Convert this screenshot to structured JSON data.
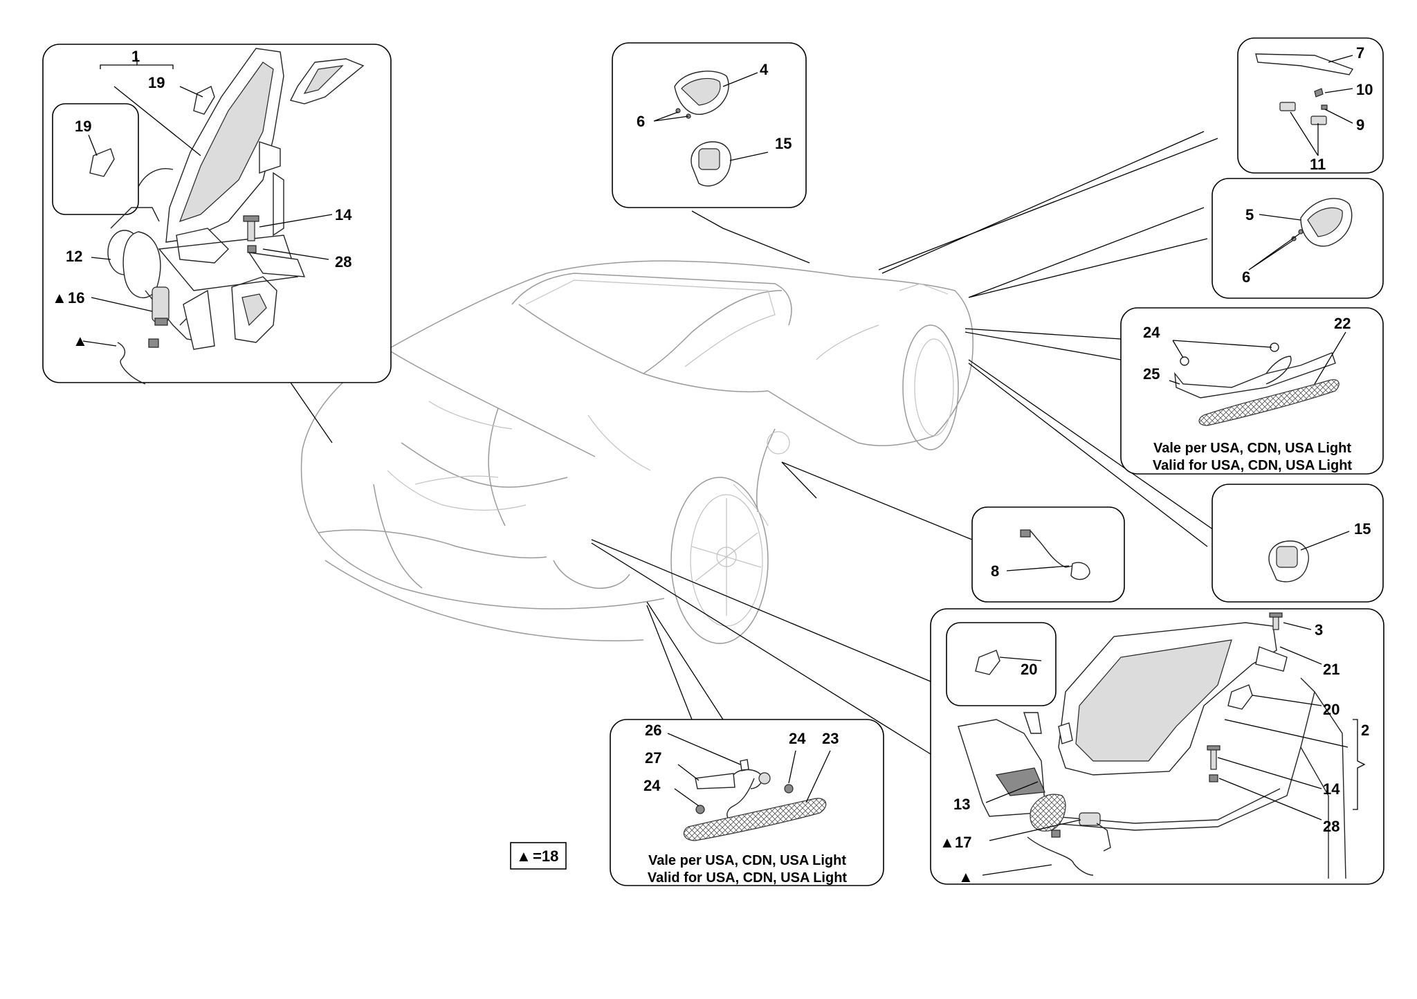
{
  "callouts": [
    {
      "id": "c1",
      "text": "1"
    },
    {
      "id": "c19a",
      "text": "19"
    },
    {
      "id": "c19b",
      "text": "19"
    },
    {
      "id": "c14a",
      "text": "14"
    },
    {
      "id": "c28a",
      "text": "28"
    },
    {
      "id": "c12",
      "text": "12"
    },
    {
      "id": "c16",
      "text": "16"
    },
    {
      "id": "c4",
      "text": "4"
    },
    {
      "id": "c6a",
      "text": "6"
    },
    {
      "id": "c15a",
      "text": "15"
    },
    {
      "id": "c7",
      "text": "7"
    },
    {
      "id": "c10",
      "text": "10"
    },
    {
      "id": "c9",
      "text": "9"
    },
    {
      "id": "c11",
      "text": "11"
    },
    {
      "id": "c5",
      "text": "5"
    },
    {
      "id": "c6b",
      "text": "6"
    },
    {
      "id": "c24a",
      "text": "24"
    },
    {
      "id": "c22",
      "text": "22"
    },
    {
      "id": "c25",
      "text": "25"
    },
    {
      "id": "c15b",
      "text": "15"
    },
    {
      "id": "c8",
      "text": "8"
    },
    {
      "id": "c3",
      "text": "3"
    },
    {
      "id": "c21",
      "text": "21"
    },
    {
      "id": "c20a",
      "text": "20"
    },
    {
      "id": "c20b",
      "text": "20"
    },
    {
      "id": "c2",
      "text": "2"
    },
    {
      "id": "c14b",
      "text": "14"
    },
    {
      "id": "c28b",
      "text": "28"
    },
    {
      "id": "c13",
      "text": "13"
    },
    {
      "id": "c17",
      "text": "17"
    },
    {
      "id": "c26",
      "text": "26"
    },
    {
      "id": "c27",
      "text": "27"
    },
    {
      "id": "c24b",
      "text": "24"
    },
    {
      "id": "c23",
      "text": "23"
    },
    {
      "id": "c24c",
      "text": "24"
    }
  ],
  "notes": {
    "top_right_it": "Vale per USA, CDN, USA Light",
    "top_right_en": "Valid for USA, CDN, USA Light",
    "bottom_it": "Vale per USA, CDN, USA Light",
    "bottom_en": "Valid for USA, CDN, USA Light"
  },
  "legend": {
    "symbol": "▲",
    "text": "=18"
  },
  "triangle_marker": "▲"
}
